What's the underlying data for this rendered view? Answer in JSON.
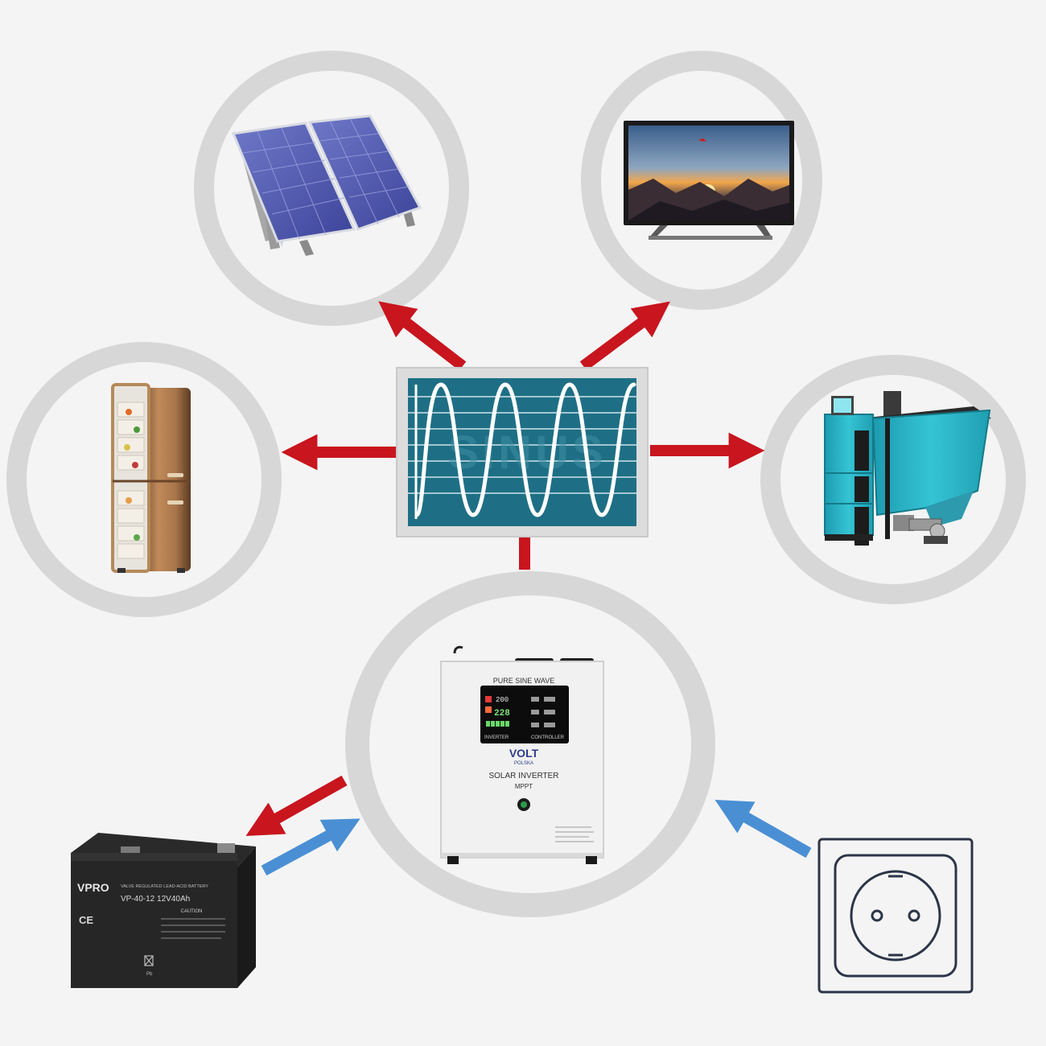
{
  "sine_panel": {
    "watermark": "SINUS"
  },
  "inverter": {
    "header": "PURE SINE WAVE",
    "lcd_voltage_top": "200",
    "lcd_voltage_main": "228",
    "lcd_label_left": "INVERTER",
    "lcd_label_right": "CONTROLLER",
    "brand_volt": "VOLT",
    "brand_polska": "POLSKA",
    "model": "SOLAR INVERTER",
    "mppt": "MPPT"
  },
  "battery": {
    "brand": "VPRO",
    "type_label": "VALVE REGULATED LEAD-ACID BATTERY",
    "model": "VP-40-12 12V40Ah",
    "caution": "CAUTION",
    "ce_mark": "CE",
    "pb_mark": "Pb"
  },
  "colors": {
    "arrow_output": "#c8151e",
    "arrow_input": "#4a8fd4",
    "ring": "#d7d7d7",
    "background": "#f4f4f4",
    "screen": "#1e6f85",
    "socket_stroke": "#2b3548"
  },
  "icons": {
    "solar": "solar-panel-icon",
    "tv": "television-icon",
    "fridge": "refrigerator-icon",
    "boiler": "pellet-boiler-icon",
    "inverter": "solar-inverter-icon",
    "battery": "battery-icon",
    "socket": "wall-socket-icon"
  }
}
